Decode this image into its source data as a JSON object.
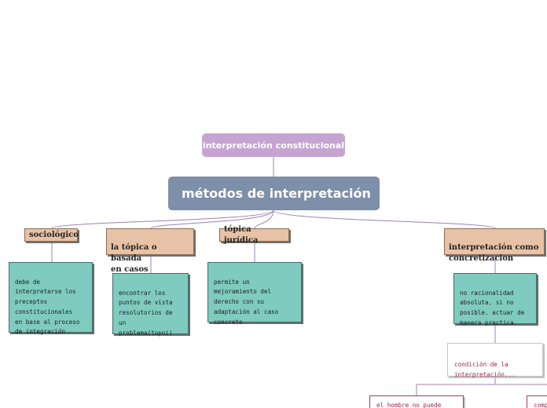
{
  "root": {
    "label": "interpretación constitucional"
  },
  "main": {
    "label": "métodos de interpretación"
  },
  "branches": [
    {
      "title": "sociológico",
      "desc": "debe de\ninterpretarse los\npreceptos\nconstitucionales\nen base al proceso\nde integración"
    },
    {
      "title": "la tópica o basada\nen casos",
      "desc": "encontrar los\npuntos de vista\nresolutorios de\nun\nproblema(topoi)"
    },
    {
      "title": "tópica jurídica",
      "desc": "permite un\nmejoramiento del\nderecho con su\nadaptación al caso\nconcreto"
    },
    {
      "title": "interpretación como\nconcretizacion",
      "desc": "no racionalidad\nabsoluta, si no\nposible. actuar de\nmanera practica."
    }
  ],
  "condition": {
    "label": "condición de la\ninterpretación...",
    "children": [
      {
        "label": "el hombre no puede"
      },
      {
        "label": "comp"
      }
    ]
  },
  "colors": {
    "root": "#c6a4d2",
    "main": "#7d8fa9",
    "category": "#e8c2a6",
    "description": "#7fcbbf",
    "connector": "#9b82b0",
    "sub_text": "#9c2448"
  }
}
